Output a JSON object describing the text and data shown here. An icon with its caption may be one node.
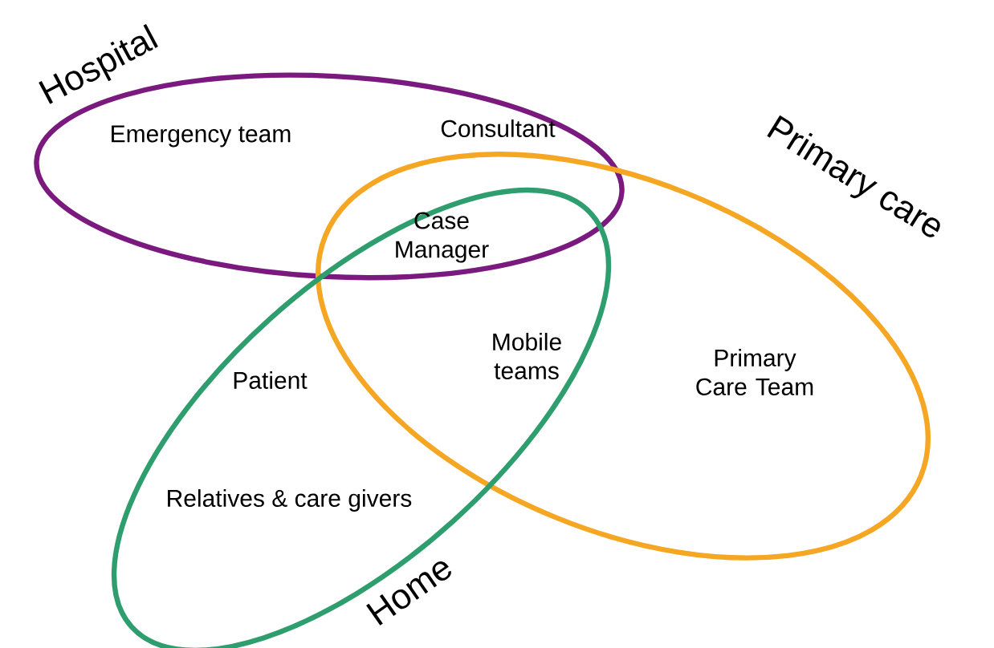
{
  "diagram": {
    "nodes": [
      {
        "text": [
          "Hospital"
        ]
      },
      {
        "text": [
          "Primary care"
        ]
      },
      {
        "text": [
          "Home"
        ]
      }
    ],
    "labels": [
      "Emergency team",
      "Consultant",
      "Case Manager",
      "Mobile teams",
      "Patient",
      "Primary Care Team",
      "Relatives & care givers"
    ]
  }
}
